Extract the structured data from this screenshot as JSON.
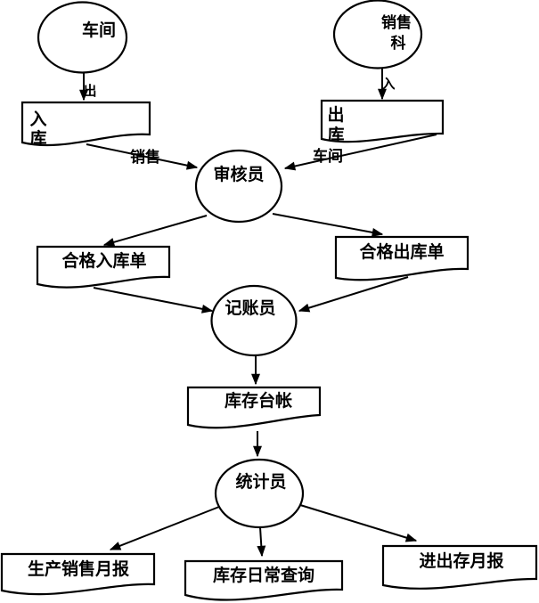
{
  "diagram": {
    "colors": {
      "stroke": "#000000",
      "background": "#ffffff"
    },
    "nodes": {
      "workshop": {
        "label": "车间"
      },
      "sales_dept": {
        "line1": "销售",
        "line2": "科"
      },
      "inbound_doc": {
        "line1": "入",
        "line2": "库"
      },
      "outbound_doc": {
        "line1": "出",
        "line2": "库"
      },
      "auditor": {
        "label": "审核员"
      },
      "qualified_inbound_form": {
        "label": "合格入库单"
      },
      "qualified_outbound_form": {
        "label": "合格出库单"
      },
      "bookkeeper": {
        "label": "记账员"
      },
      "inventory_ledger": {
        "label": "库存台帐"
      },
      "statistician": {
        "label": "统计员"
      },
      "production_sales_monthly_report": {
        "label": "生产销售月报"
      },
      "inventory_daily_query": {
        "label": "库存日常查询"
      },
      "in_out_inventory_monthly_report": {
        "label": "进出存月报"
      }
    },
    "edge_labels": {
      "workshop_to_inbound": "出",
      "sales_to_outbound": "入",
      "inbound_to_auditor": "销售",
      "outbound_to_auditor": "车间"
    }
  }
}
